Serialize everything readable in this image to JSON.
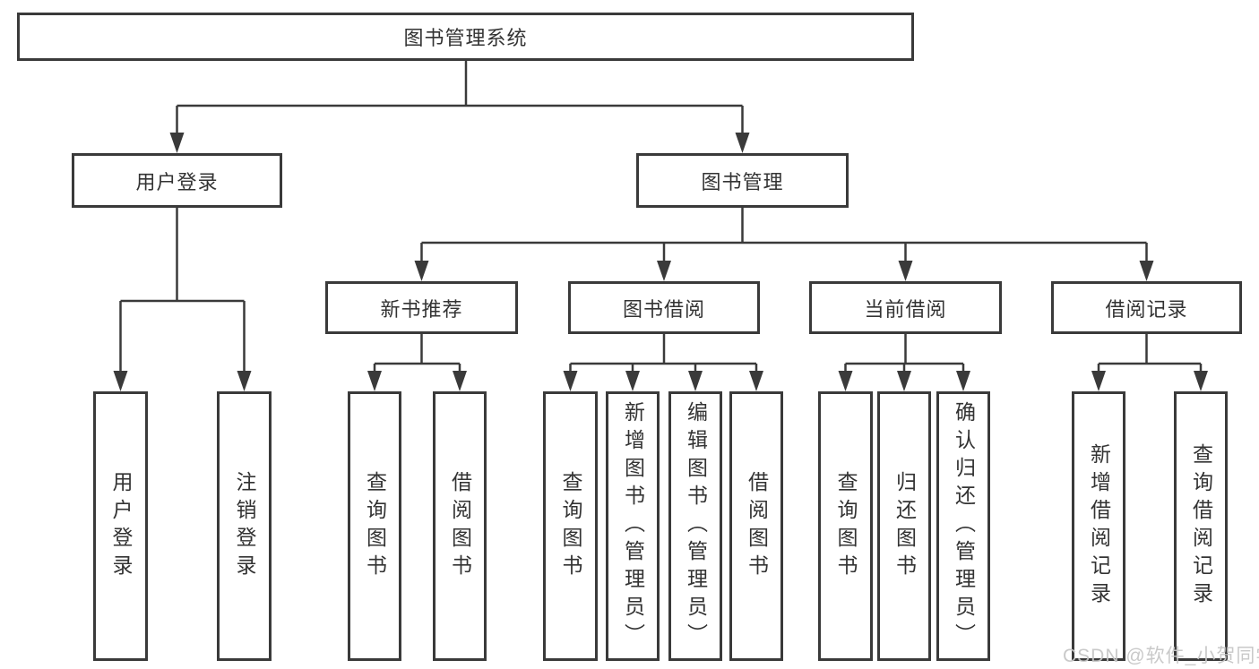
{
  "diagram": {
    "root": {
      "label": "图书管理系统"
    },
    "level2": {
      "user_login": {
        "label": "用户登录",
        "children": {
          "login": {
            "label": "用户登录"
          },
          "logout": {
            "label": "注销登录"
          }
        }
      },
      "book_mgmt": {
        "label": "图书管理",
        "children": {
          "new_book_rec": {
            "label": "新书推荐",
            "children": {
              "query_books": {
                "label": "查询图书"
              },
              "borrow_books": {
                "label": "借阅图书"
              }
            }
          },
          "book_borrow": {
            "label": "图书借阅",
            "children": {
              "query_books": {
                "label": "查询图书"
              },
              "add_books_admin": {
                "label": "新增图书（管理员）"
              },
              "edit_books_admin": {
                "label": "编辑图书（管理员）"
              },
              "borrow_books": {
                "label": "借阅图书"
              }
            }
          },
          "current_borrow": {
            "label": "当前借阅",
            "children": {
              "query_books": {
                "label": "查询图书"
              },
              "return_books": {
                "label": "归还图书"
              },
              "confirm_return_admin": {
                "label": "确认归还（管理员）"
              }
            }
          },
          "borrow_record": {
            "label": "借阅记录",
            "children": {
              "add_record": {
                "label": "新增借阅记录"
              },
              "query_record": {
                "label": "查询借阅记录"
              }
            }
          }
        }
      }
    }
  },
  "watermark": {
    "text": "CSDN @软件_小贺同学"
  },
  "colors": {
    "line": "#3a3a3a",
    "border": "#3a3a3a",
    "text": "#333333",
    "watermark": "#c6c6c6",
    "background": "#ffffff"
  }
}
